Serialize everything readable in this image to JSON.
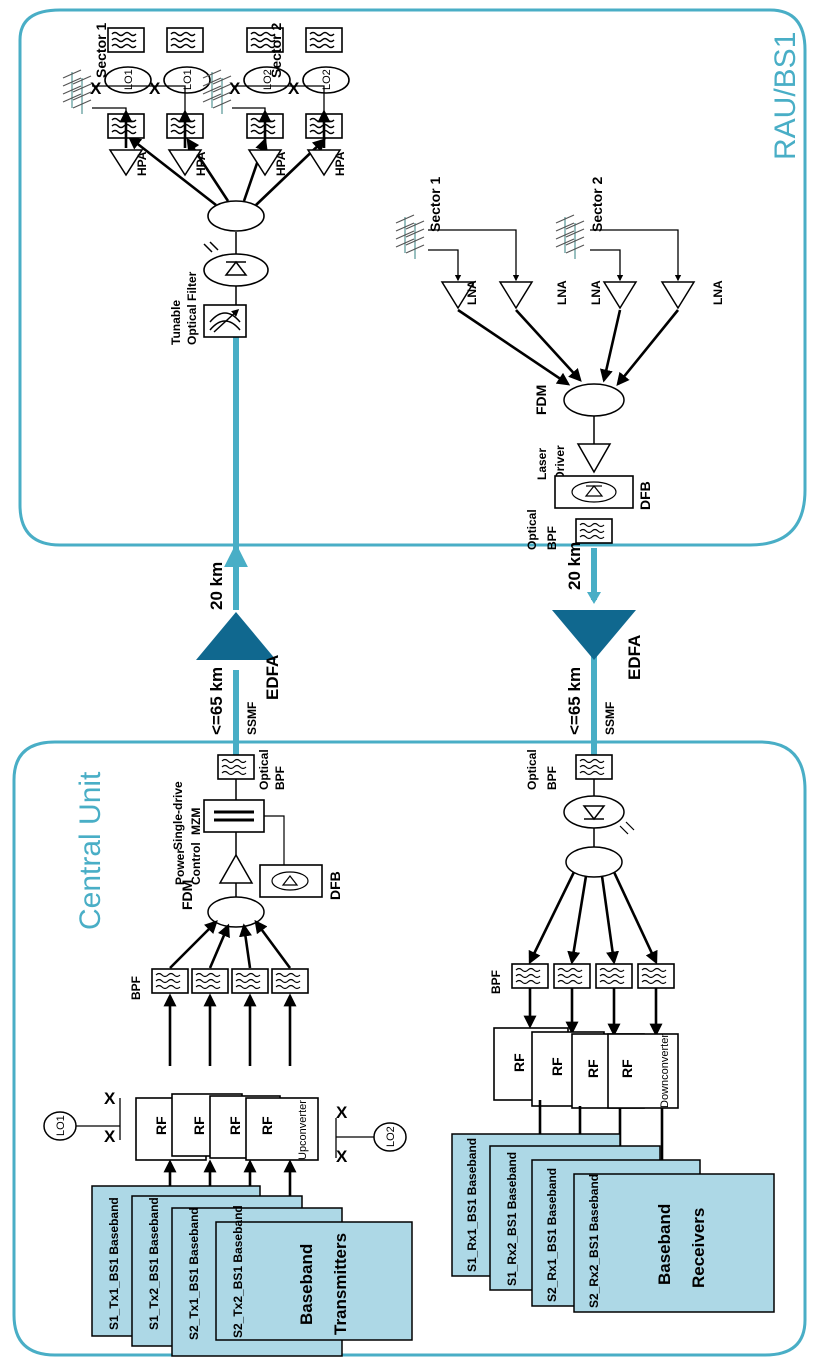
{
  "regions": {
    "rau": "RAU/BS1",
    "central": "Central Unit"
  },
  "link": {
    "upper": {
      "distance_near": "20 km",
      "amplifier": "EDFA",
      "distance_far": "<=65 km",
      "fiber": "SSMF"
    },
    "lower": {
      "distance_near": "20 km",
      "amplifier": "EDFA",
      "distance_far": "<=65 km",
      "fiber": "SSMF"
    }
  },
  "rau": {
    "tunable_filter": [
      "Tunable",
      "Optical Filter"
    ],
    "hpa": "HPA",
    "lna": "LNA",
    "fdm": "FDM",
    "laser_driver": [
      "Laser",
      "Driver"
    ],
    "dfb": "DFB",
    "optical_bpf": [
      "Optical",
      "BPF"
    ],
    "lo1": "LO1",
    "lo2": "LO2",
    "mixer": "X",
    "sector1": "Sector 1",
    "sector2": "Sector 2"
  },
  "central": {
    "optical_bpf": [
      "Optical",
      "BPF"
    ],
    "mzm": [
      "Single-drive",
      "MZM"
    ],
    "power_control": [
      "Power",
      "Control"
    ],
    "dfb": "DFB",
    "fdm": "FDM",
    "bpf": "BPF",
    "rf": "RF",
    "upconverter": "Upconverter",
    "downconverter": "Downconverter",
    "lo1": "LO1",
    "lo2": "LO2",
    "mixer": "X",
    "tx_baseband": [
      "S1_Tx1_BS1  Baseband",
      "S1_Tx2_BS1  Baseband",
      "S2_Tx1_BS1  Baseband",
      "S2_Tx2_BS1  Baseband"
    ],
    "tx_main": [
      "Baseband",
      "Transmitters"
    ],
    "rx_baseband": [
      "S1_Rx1_BS1  Baseband",
      "S1_Rx2_BS1  Baseband",
      "S2_Rx1_BS1  Baseband",
      "S2_Rx2_BS1  Baseband"
    ],
    "rx_main": [
      "Baseband",
      "Receivers"
    ]
  }
}
